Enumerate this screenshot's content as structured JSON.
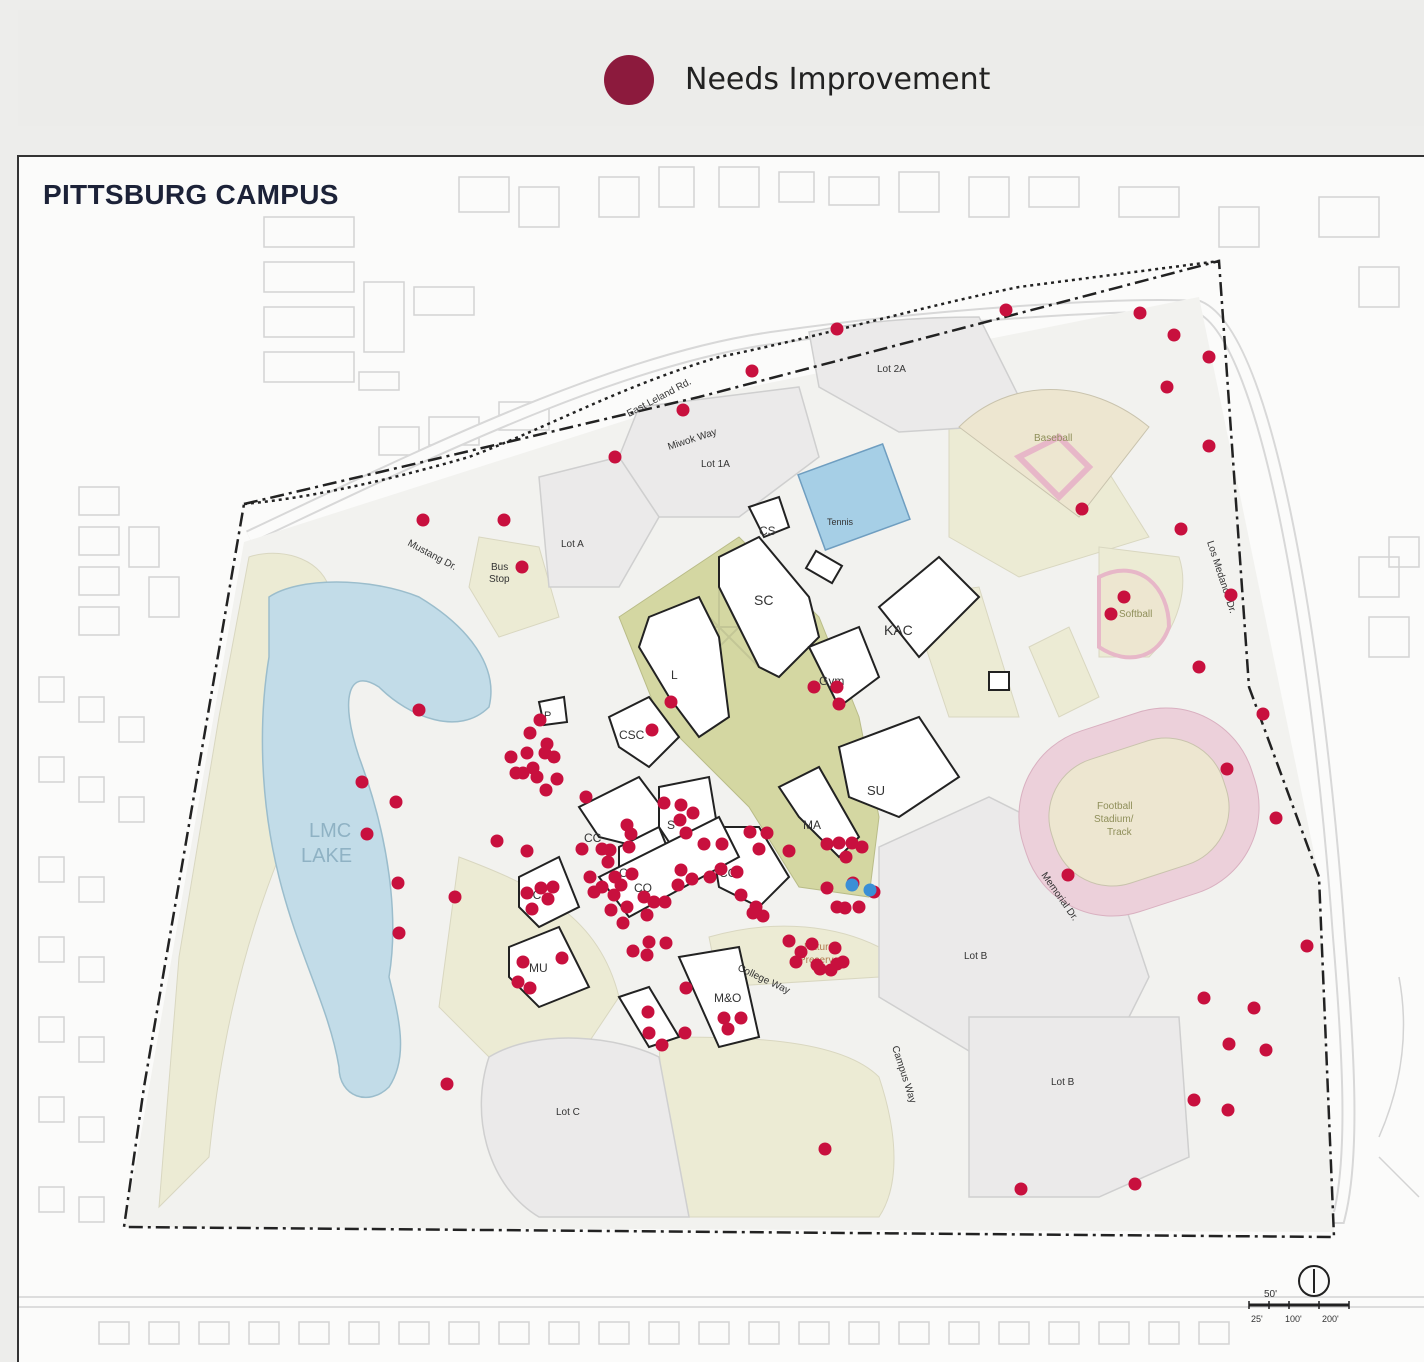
{
  "legend": {
    "marker_color": "#8c1a3d",
    "label": "Needs Improvement"
  },
  "map": {
    "title": "PITTSBURG CAMPUS",
    "colors": {
      "boundary": "#222222",
      "lake": "#c2dce8",
      "green": "#d4d7a2",
      "tan": "#ecebd4",
      "parking": "#ebeaea",
      "track": "#ecd0da",
      "tennis": "#a6cfe6",
      "issue": "#c8103e",
      "blue_marker": "#3a8fd6"
    },
    "labels": {
      "lake": [
        "LMC",
        "LAKE"
      ],
      "buildings": [
        "SC",
        "KAC",
        "CS",
        "L",
        "Gym",
        "CSC",
        "P",
        "SU",
        "MA",
        "CC",
        "CO",
        "S",
        "CC",
        "CC",
        "CO",
        "MU",
        "M&O"
      ],
      "lots": [
        "Lot 2A",
        "Lot 1A",
        "Lot A",
        "Lot B",
        "Lot B",
        "Lot C"
      ],
      "fields": [
        "Baseball",
        "Softball",
        "Tennis",
        "Football",
        "Stadium/",
        "Track",
        "Nature",
        "Preserve"
      ],
      "roads": [
        "East Leland Rd.",
        "Miwok Way",
        "Mustang Dr.",
        "Los Medanos Dr.",
        "Memorial Dr.",
        "College Way",
        "Campus Way"
      ],
      "bus_stop": [
        "Bus",
        "Stop"
      ]
    },
    "scale": {
      "top_label": "50'",
      "ticks": [
        "25'",
        "100'",
        "200'"
      ]
    }
  }
}
